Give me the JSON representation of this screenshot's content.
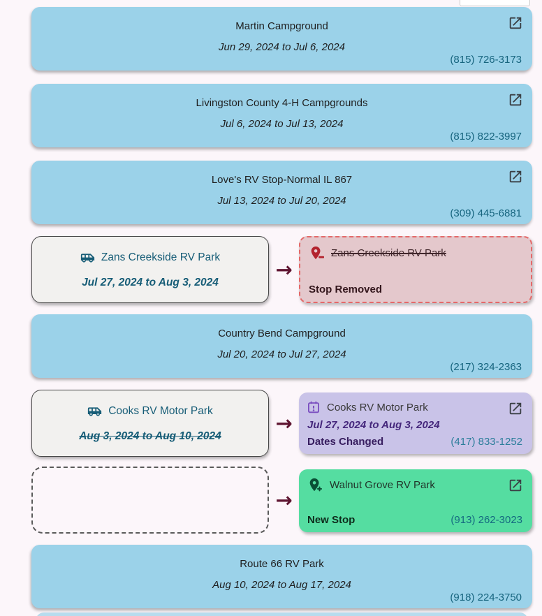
{
  "icons": {
    "arrow_glyph": "→"
  },
  "colors": {
    "page_bg": "#fcf6fa",
    "stop_card_bg": "#9bd2e9",
    "phone_link": "#17657f",
    "previous_stop_text": "#175d77",
    "arrow": "#5e1430",
    "removed_card_bg": "#e4c8cc",
    "removed_border": "#e46969",
    "removed_icon": "#b3232e",
    "changed_card_bg": "#c9c3e8",
    "changed_icon": "#7b4fc0",
    "changed_text": "#45277c",
    "new_card_bg": "#55dda1",
    "new_icon": "#0a4f35"
  },
  "rows": [
    {
      "name": "Martin Campground",
      "dates": "Jun 29, 2024 to Jul 6, 2024",
      "phone": "(815) 726-3173"
    },
    {
      "name": "Livingston County 4-H Campgrounds",
      "dates": "Jul 6, 2024 to Jul 13, 2024",
      "phone": "(815) 822-3997"
    },
    {
      "name": "Love's RV Stop-Normal IL 867",
      "dates": "Jul 13, 2024 to Jul 20, 2024",
      "phone": "(309) 445-6881"
    },
    {
      "before": {
        "name": "Zans Creekside RV Park",
        "dates": "Jul 27, 2024 to Aug 3, 2024"
      },
      "after": {
        "name": "Zans Creekside RV Park",
        "status": "Stop Removed"
      }
    },
    {
      "name": "Country Bend Campground",
      "dates": "Jul 20, 2024 to Jul 27, 2024",
      "phone": "(217) 324-2363"
    },
    {
      "before": {
        "name": "Cooks RV Motor Park",
        "dates": "Aug 3, 2024 to Aug 10, 2024"
      },
      "after": {
        "name": "Cooks RV Motor Park",
        "dates": "Jul 27, 2024 to Aug 3, 2024",
        "status": "Dates Changed",
        "phone": "(417) 833-1252"
      }
    },
    {
      "after": {
        "name": "Walnut Grove RV Park",
        "status": "New Stop",
        "phone": "(913) 262-3023"
      }
    },
    {
      "name": "Route 66 RV Park",
      "dates": "Aug 10, 2024 to Aug 17, 2024",
      "phone": "(918) 224-3750"
    }
  ]
}
